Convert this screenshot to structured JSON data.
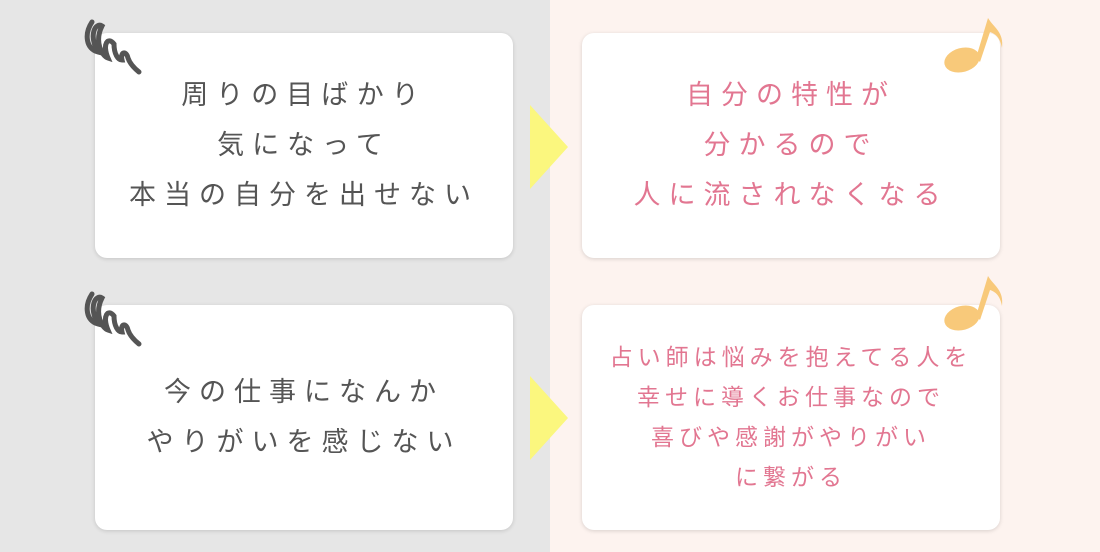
{
  "before": [
    {
      "lines": [
        "周りの目ばかり",
        "気になって",
        "本当の自分を出せない"
      ]
    },
    {
      "lines": [
        "今の仕事になんか",
        "やりがいを感じない"
      ]
    }
  ],
  "after": [
    {
      "lines": [
        "自分の特性が",
        "分かるので",
        "人に流されなくなる"
      ]
    },
    {
      "lines": [
        "占い師は悩みを抱えてる人を",
        "幸せに導くお仕事なので",
        "喜びや感謝がやりがい",
        "に繋がる"
      ]
    }
  ],
  "colors": {
    "left_bg": "#e6e6e6",
    "right_bg": "#fdf3ef",
    "before_text": "#555555",
    "after_text": "#e27691",
    "arrow": "#fbf77e",
    "note": "#f8c97a"
  }
}
